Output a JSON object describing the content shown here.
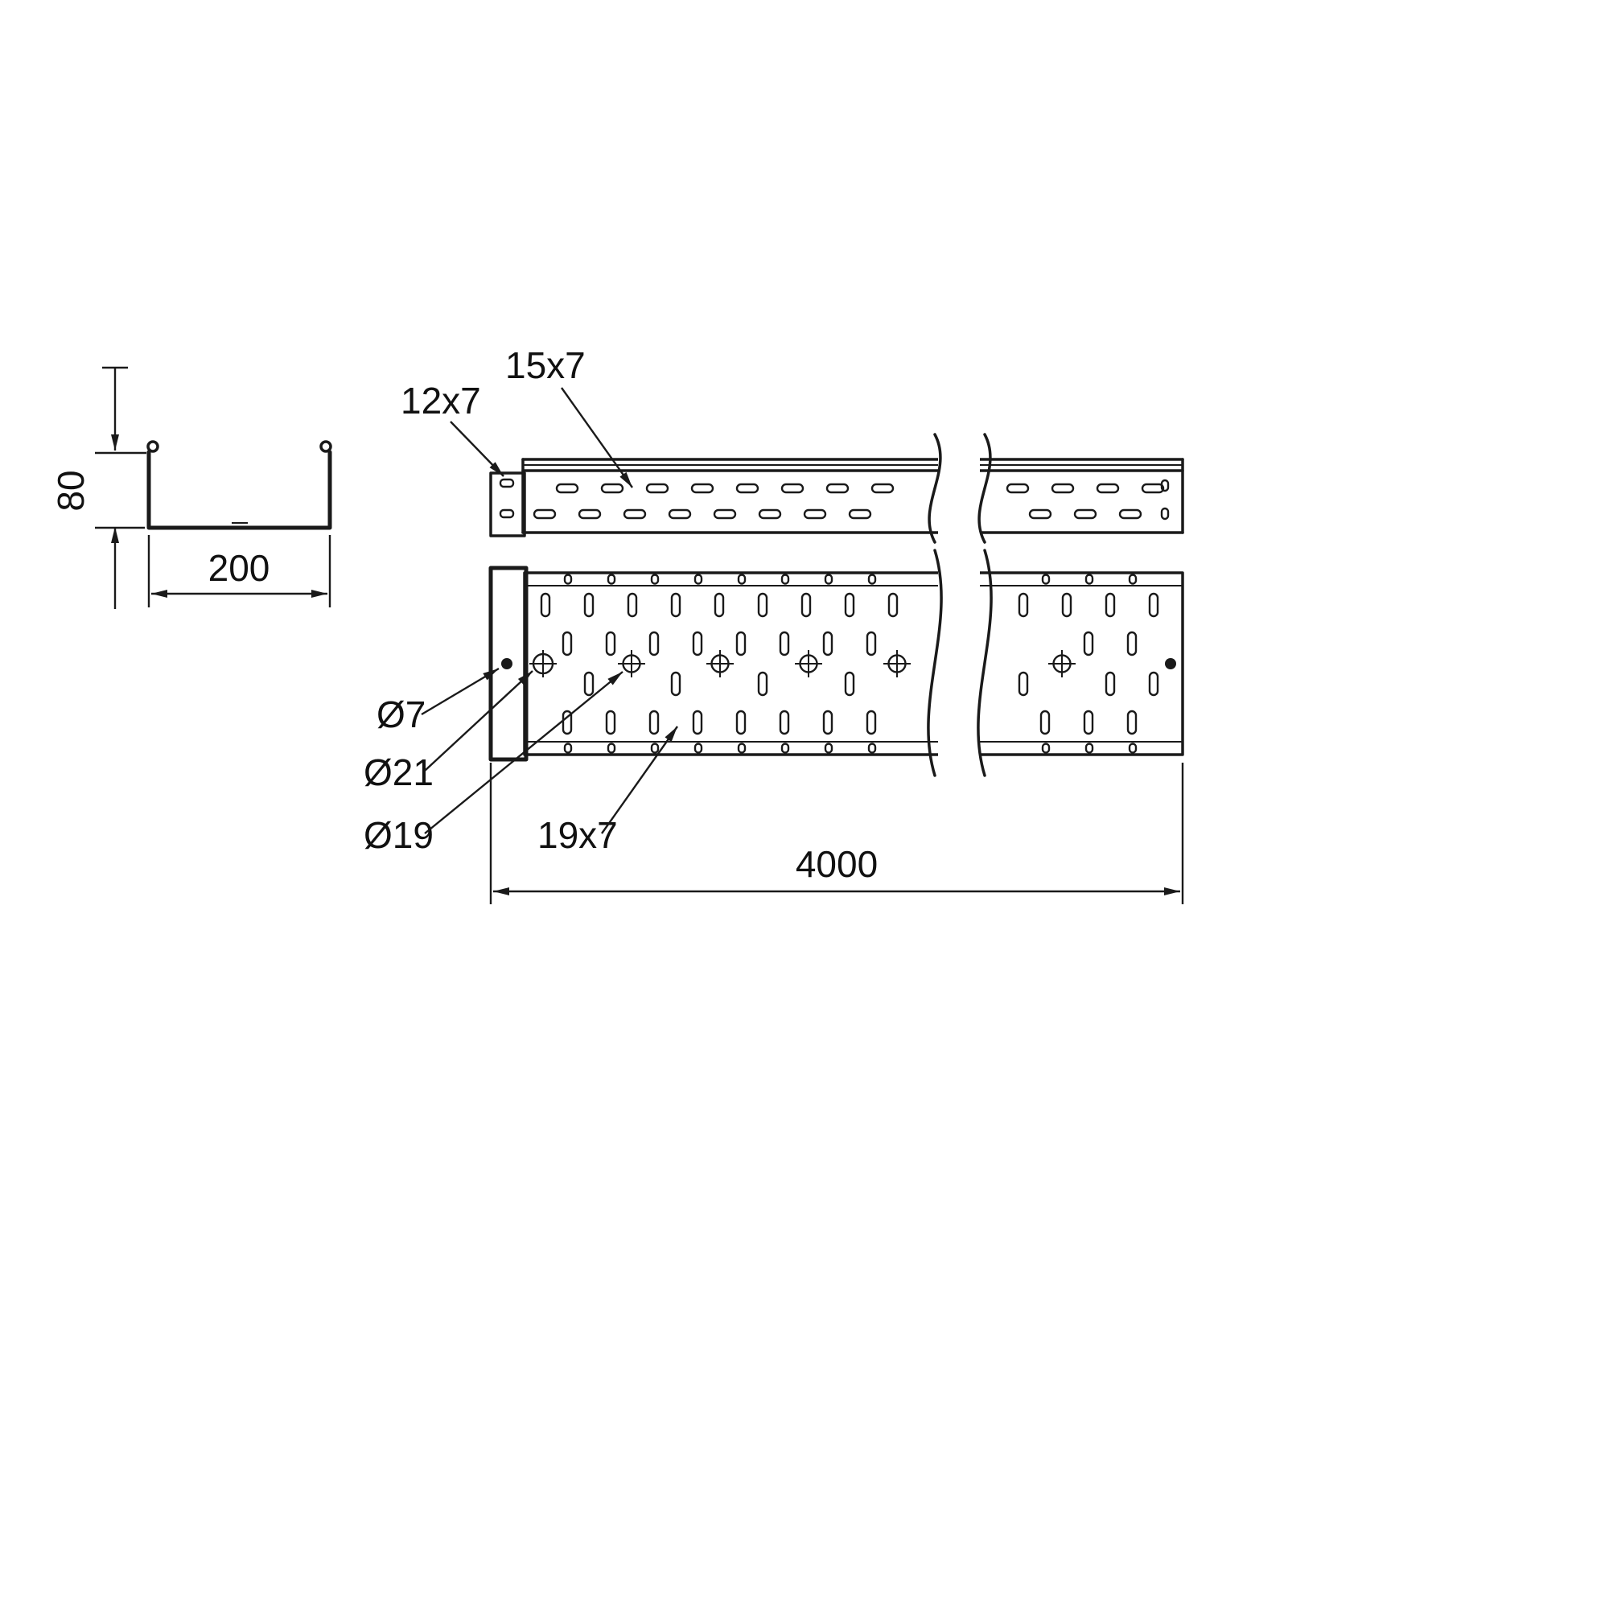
{
  "drawing": {
    "line_color": "#1a1a1a",
    "background": "#ffffff",
    "cross_section": {
      "height": "80",
      "width": "200"
    },
    "side_view": {
      "end_plate_slot": "12x7",
      "wall_slot": "15x7"
    },
    "top_view": {
      "end_hole_diameter": "Ø7",
      "large_hole_diameter": "Ø21",
      "center_hole_diameter": "Ø19",
      "bottom_slot": "19x7",
      "length": "4000"
    }
  }
}
